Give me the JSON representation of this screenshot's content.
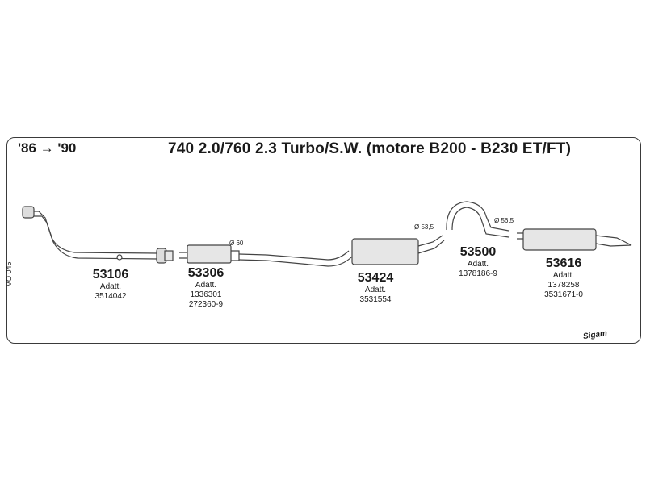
{
  "header": {
    "date_range": "'86 → '90",
    "title": "740 2.0/760 2.3 Turbo/S.W. (motore B200 - B230 ET/FT)"
  },
  "parts": [
    {
      "number": "53106",
      "lines": [
        "Adatt.",
        "3514042"
      ]
    },
    {
      "number": "53306",
      "lines": [
        "Adatt.",
        "1336301",
        "272360-9"
      ]
    },
    {
      "number": "53424",
      "lines": [
        "Adatt.",
        "3531554"
      ]
    },
    {
      "number": "53500",
      "lines": [
        "Adatt.",
        "1378186-9"
      ]
    },
    {
      "number": "53616",
      "lines": [
        "Adatt.",
        "1378258",
        "3531671-0"
      ]
    }
  ],
  "dimensions": [
    "Ø 60",
    "Ø 53,5",
    "Ø 56,5"
  ],
  "side_code": "VO 045",
  "brand": "Sigam"
}
